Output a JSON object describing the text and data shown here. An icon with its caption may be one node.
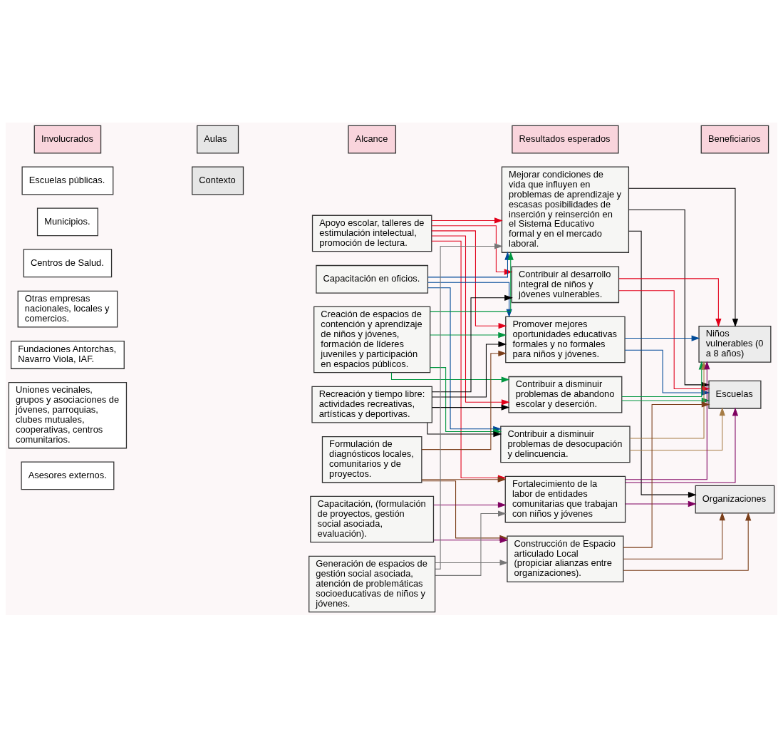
{
  "diagram": {
    "nodes": [
      {
        "text": [
          "Involucrados"
        ]
      },
      {
        "text": [
          "Alcance"
        ]
      },
      {
        "text": [
          "Resultados esperados"
        ]
      },
      {
        "text": [
          "Beneficiarios"
        ]
      },
      {
        "text": [
          "Escuelas públicas."
        ]
      },
      {
        "text": [
          "Municipios."
        ]
      },
      {
        "text": [
          "Centros de Salud."
        ]
      },
      {
        "text": [
          "Otras empresas nacionales, locales y comercios."
        ]
      },
      {
        "text": [
          "Fundaciones Antorchas, Navarro Viola, IAF."
        ]
      },
      {
        "text": [
          "Uniones vecinales, grupos y asociaciones de jóvenes, parroquias, clubes mutuales, cooperativas, centros comunitarios."
        ]
      },
      {
        "text": [
          "Asesores externos."
        ]
      },
      {
        "text": [
          "Aulas"
        ]
      },
      {
        "text": [
          "Contexto"
        ]
      },
      {
        "text": [
          "Apoyo escolar, talleres de estimulación intelectual, promoción de lectura."
        ]
      },
      {
        "text": [
          "Capacitación en oficios."
        ]
      },
      {
        "text": [
          "Creación de espacios de contención y aprendizaje de niños y jóvenes, formación de líderes juveniles y participación en espacios públicos."
        ]
      },
      {
        "text": [
          "Recreación y tiempo libre: actividades recreativas, artísticas y deportivas."
        ]
      },
      {
        "text": [
          "Formulación de diagnósticos locales, comunitarios y de proyectos."
        ]
      },
      {
        "text": [
          "Capacitación, (formulación de proyectos, gestión social asociada, evaluación)."
        ]
      },
      {
        "text": [
          "Generación de espacios de gestión social asociada, atención de problemáticas socioeducativas de niños y jóvenes."
        ]
      },
      {
        "text": [
          "Mejorar condiciones de vida que influyen en problemas de aprendizaje y escasas posibilidades de inserción y reinserción en el Sistema Educativo formal y en el mercado laboral."
        ]
      },
      {
        "text": [
          "Contribuir al desarrollo integral de niños y jóvenes vulnerables."
        ]
      },
      {
        "text": [
          "Promover mejores oportunidades educativas formales y no formales para niños y jóvenes."
        ]
      },
      {
        "text": [
          "Contribuir a disminuir problemas de abandono escolar y deserción."
        ]
      },
      {
        "text": [
          "Contribuir a disminuir problemas de desocupación y delincuencia."
        ]
      },
      {
        "text": [
          "Fortalecimiento de la labor de entidades comunitarias que trabajan con niños y jóvenes"
        ]
      },
      {
        "text": [
          "Construcción de Espacio articulado Local (propiciar alianzas entre organizaciones)."
        ]
      },
      {
        "text": [
          "Niños vulnerables (0 a 8 años)"
        ]
      },
      {
        "text": [
          "Escuelas"
        ]
      },
      {
        "text": [
          "Organizaciones"
        ]
      }
    ],
    "edges": [
      {
        "from": 13,
        "to": 20,
        "arrow": "to",
        "color": "#e2001a"
      },
      {
        "from": 13,
        "to": 21,
        "arrow": "to",
        "color": "#e2001a"
      },
      {
        "from": 13,
        "to": 22,
        "arrow": "to",
        "color": "#e2001a"
      },
      {
        "from": 13,
        "to": 23,
        "arrow": "to",
        "color": "#e2001a"
      },
      {
        "from": 13,
        "to": 25,
        "arrow": "to",
        "color": "#e2001a"
      },
      {
        "from": 14,
        "to": 20,
        "arrow": "to",
        "color": "#004a98"
      },
      {
        "from": 14,
        "to": 22,
        "arrow": "to",
        "color": "#004a98"
      },
      {
        "from": 14,
        "to": 24,
        "arrow": "to",
        "color": "#004a98"
      },
      {
        "from": 15,
        "to": 20,
        "arrow": "to",
        "color": "#009640"
      },
      {
        "from": 15,
        "to": 22,
        "arrow": "to",
        "color": "#009640"
      },
      {
        "from": 15,
        "to": 23,
        "arrow": "to",
        "color": "#009640"
      },
      {
        "from": 15,
        "to": 24,
        "arrow": "to",
        "color": "#009640"
      },
      {
        "from": 16,
        "to": 21,
        "arrow": "to",
        "color": "#000000"
      },
      {
        "from": 16,
        "to": 22,
        "arrow": "to",
        "color": "#000000"
      },
      {
        "from": 16,
        "to": 23,
        "arrow": "to",
        "color": "#000000"
      },
      {
        "from": 16,
        "to": 24,
        "arrow": "to",
        "color": "#000000"
      },
      {
        "from": 17,
        "to": 22,
        "arrow": "to",
        "color": "#7b3f1a"
      },
      {
        "from": 17,
        "to": 25,
        "arrow": "to",
        "color": "#7b3f1a"
      },
      {
        "from": 17,
        "to": 26,
        "arrow": "to",
        "color": "#7b3f1a"
      },
      {
        "from": 18,
        "to": 25,
        "arrow": "to",
        "color": "#7f0060"
      },
      {
        "from": 18,
        "to": 26,
        "arrow": "to",
        "color": "#7f0060"
      },
      {
        "from": 19,
        "to": 20,
        "arrow": "to",
        "color": "#777777"
      },
      {
        "from": 19,
        "to": 25,
        "arrow": "to",
        "color": "#777777"
      },
      {
        "from": 19,
        "to": 26,
        "arrow": "to",
        "color": "#777777"
      },
      {
        "from": 20,
        "to": 27,
        "arrow": "to",
        "color": "#000000"
      },
      {
        "from": 20,
        "to": 28,
        "arrow": "to",
        "color": "#000000"
      },
      {
        "from": 20,
        "to": 29,
        "arrow": "to",
        "color": "#000000"
      },
      {
        "from": 21,
        "to": 27,
        "arrow": "to",
        "color": "#e2001a"
      },
      {
        "from": 21,
        "to": 28,
        "arrow": "to",
        "color": "#e2001a"
      },
      {
        "from": 22,
        "to": 27,
        "arrow": "to",
        "color": "#004a98"
      },
      {
        "from": 22,
        "to": 28,
        "arrow": "to",
        "color": "#004a98"
      },
      {
        "from": 23,
        "to": 27,
        "arrow": "to",
        "color": "#009640"
      },
      {
        "from": 23,
        "to": 28,
        "arrow": "to",
        "color": "#009640"
      },
      {
        "from": 24,
        "to": 27,
        "arrow": "to",
        "color": "#a67c45"
      },
      {
        "from": 24,
        "to": 28,
        "arrow": "to",
        "color": "#a67c45"
      },
      {
        "from": 25,
        "to": 27,
        "arrow": "to",
        "color": "#7f0060"
      },
      {
        "from": 25,
        "to": 28,
        "arrow": "to",
        "color": "#7f0060"
      },
      {
        "from": 25,
        "to": 29,
        "arrow": "to",
        "color": "#7f0060"
      },
      {
        "from": 26,
        "to": 28,
        "arrow": "to",
        "color": "#7b3f1a"
      },
      {
        "from": 26,
        "to": 29,
        "arrow": "to",
        "color": "#7b3f1a"
      },
      {
        "from": 26,
        "to": 29,
        "arrow": "to",
        "color": "#7b3f1a"
      }
    ]
  }
}
